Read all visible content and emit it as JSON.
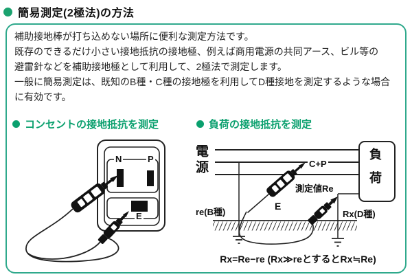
{
  "header": {
    "title": "簡易測定(2極法)の方法"
  },
  "intro": {
    "text": "補助接地棒が打ち込めない場所に便利な測定方法です。\n既存のできるだけ小さい接地抵抗の接地極、例えば商用電源の共同アース、ビル等の\n避雷針などを補助接地極として利用して、2極法で測定します。\n一般に簡易測定は、既知のB種・C種の接地極を利用してD種接地を測定するような場合\nに有効です。"
  },
  "left_section": {
    "heading": "コンセントの接地抵抗を測定",
    "outlet_labels": {
      "neutral": "N",
      "phase": "P",
      "earth": "E"
    }
  },
  "right_section": {
    "heading": "負荷の接地抵抗を測定",
    "labels": {
      "power_source": "電源",
      "load": "負荷",
      "probe_terminal": "C+P",
      "measured_value": "測定値Re",
      "earth_terminal": "E",
      "re_b": "re(B種)",
      "rx_d": "Rx(D種)"
    },
    "formula": "Rx=Re−re (Rx≫reとするとRx≒Re)"
  },
  "colors": {
    "accent_green": "#0aa06e",
    "box_border_teal": "#2fa98c",
    "bullet_green": "#1ba26f"
  }
}
